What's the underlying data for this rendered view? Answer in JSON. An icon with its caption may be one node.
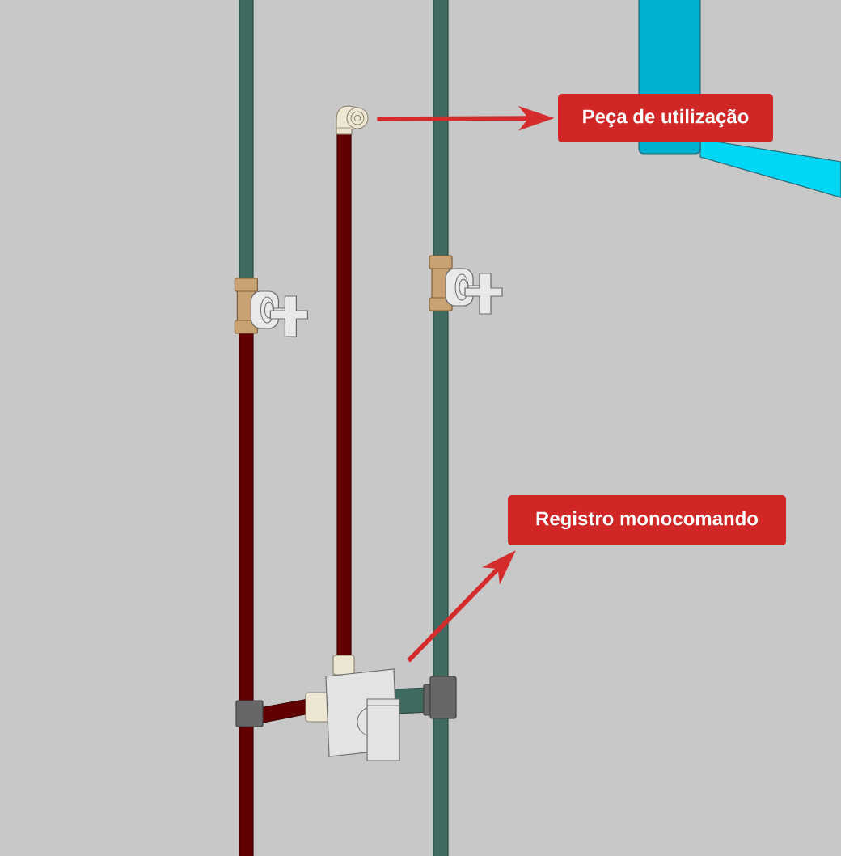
{
  "diagram": {
    "nodes": [
      {
        "text": [],
        "shape": "picture"
      },
      {
        "text": [
          "Peça de utilização"
        ]
      },
      {
        "text": [
          "Registro monocomando"
        ]
      },
      {
        "text": [],
        "shape": "picture"
      }
    ],
    "edges": [
      {
        "from": 0,
        "to": 1,
        "arrow": "to"
      },
      {
        "from": 3,
        "to": 2,
        "arrow": "to"
      }
    ]
  }
}
